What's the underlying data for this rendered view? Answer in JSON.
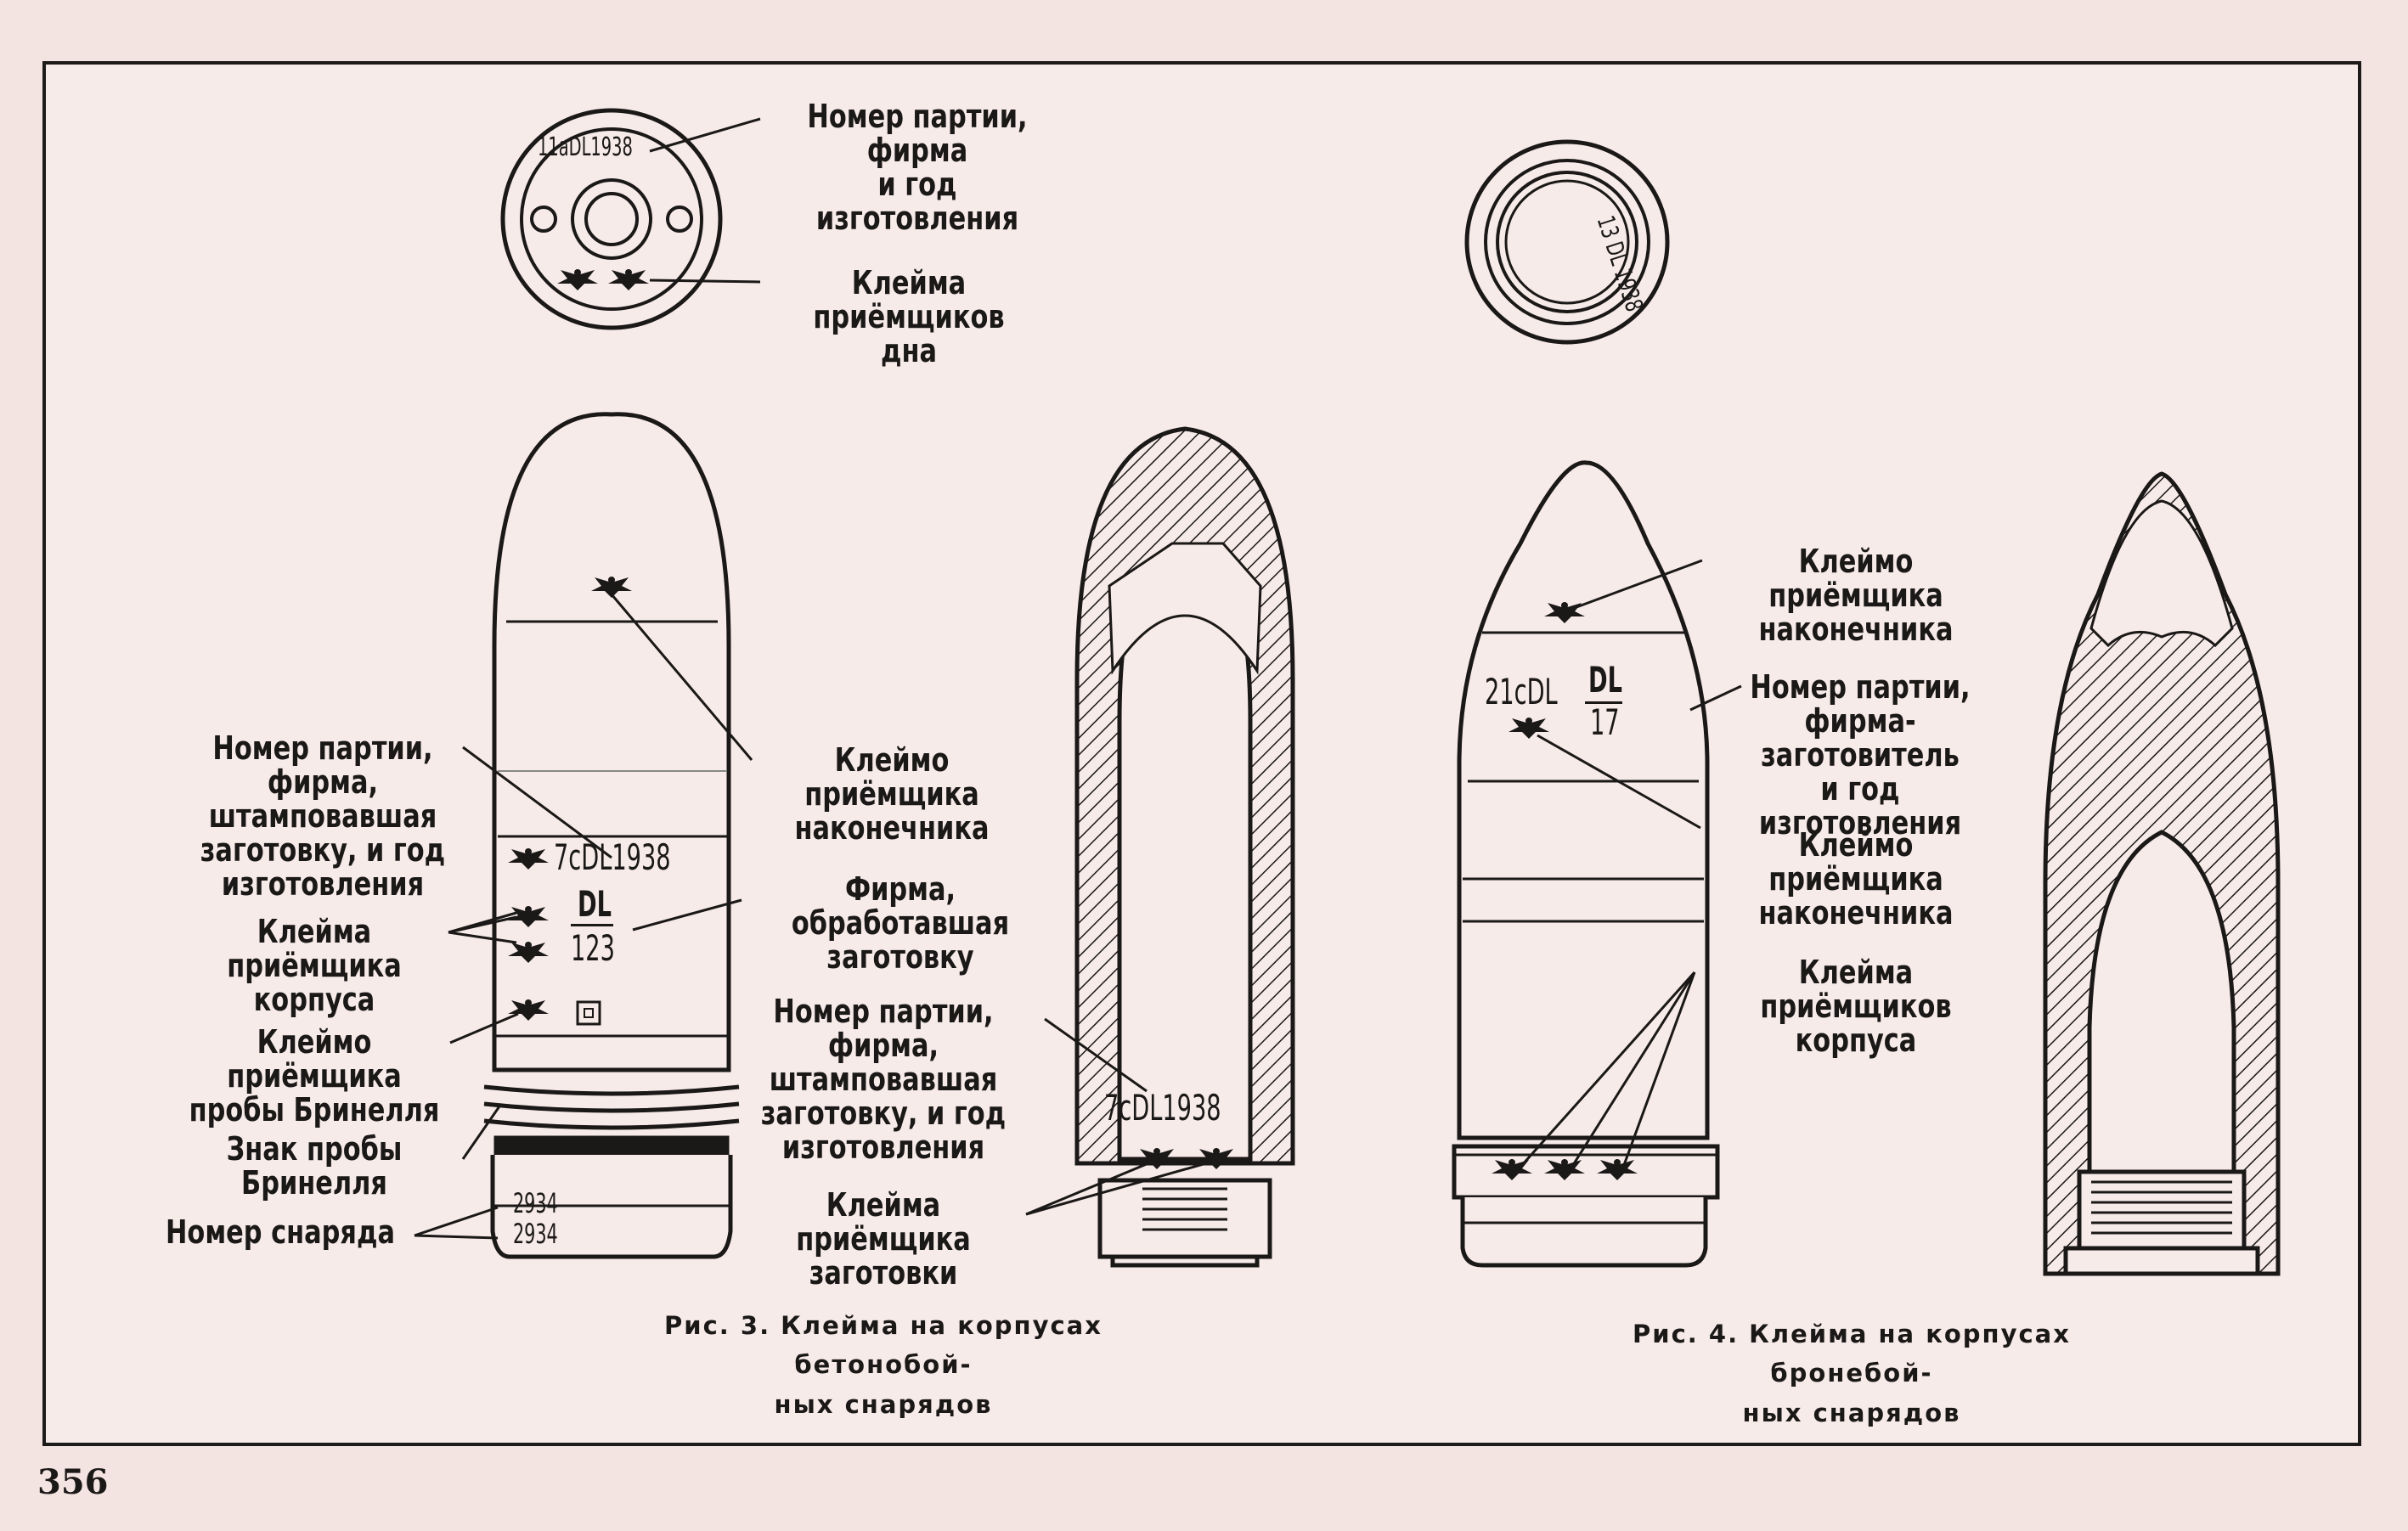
{
  "page_number": "356",
  "fig3": {
    "base_label_batch": "Номер партии, фирма\nи год изготовления",
    "base_label_stamps": "Клейма приёмщиков\nдна",
    "base_mark": "11aDL1938",
    "tip_stamp_label": "Клеймо приёмщика\nнаконечника",
    "blank_label": "Номер партии, фирма,\nштамповавшая\nзаготовку, и год\nизготовления",
    "body_stamps_label": "Клейма приёмщика\nкорпуса",
    "brinell_stamp_label": "Клеймо приёмщика\nпробы Бринелля",
    "brinell_mark_label": "Знак пробы Бринелля",
    "shell_number_label": "Номер снаряда",
    "processing_firm_label": "Фирма, обработавшая\nзаготовку",
    "section_batch_label": "Номер партии, фирма,\nштамповавшая\nзаготовку, и год\nизготовления",
    "blank_stamps_label": "Клейма приёмщика\nзаготовки",
    "mark_batch": "7cDL1938",
    "mark_dl": "DL",
    "mark_123": "123",
    "shell_number_1": "2934",
    "shell_number_2": "2934",
    "section_mark": "7cDL1938",
    "caption": "Рис. 3. Клейма на корпусах бетонобой-\nных снарядов"
  },
  "fig4": {
    "base_mark": "13 DL 1938",
    "tip_stamp_label": "Клеймо приёмщика\nнаконечника",
    "batch_label": "Номер партии,\nфирма-заготовитель\nи год изготовления",
    "tip_stamp_label_2": "Клеймо приёмщика\nнаконечника",
    "body_stamps_label": "Клейма приёмщиков\nкорпуса",
    "mark_21c": "21cDL",
    "mark_dl": "DL",
    "mark_17": "17",
    "caption": "Рис. 4. Клейма на корпусах бронебой-\nных снарядов"
  }
}
